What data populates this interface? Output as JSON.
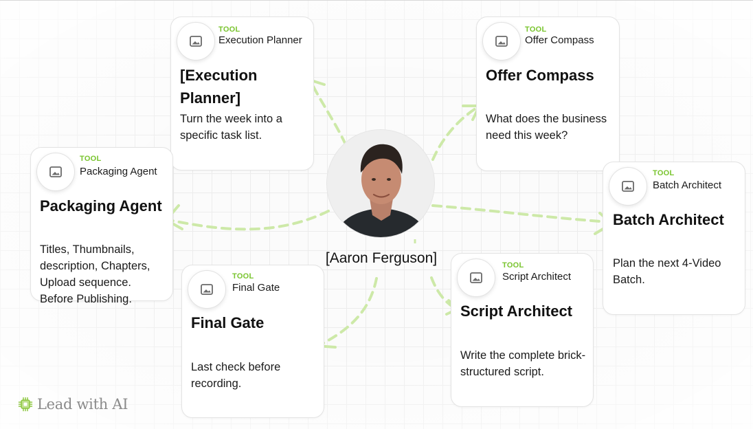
{
  "center": {
    "name": "[Aaron Ferguson]",
    "avatar_icon": "person-portrait"
  },
  "brand": {
    "logo_text": "Lead with AI",
    "logo_icon": "chip-icon"
  },
  "colors": {
    "accent": "#79c42e",
    "arrow": "#cde9a8",
    "grid": "#ececec"
  },
  "cards": [
    {
      "id": "execution-planner",
      "tag": "TOOL",
      "subtitle": "Execution Planner",
      "title": "[Execution Planner]",
      "description": "Turn the week into a specific task list.",
      "icon": "image-icon"
    },
    {
      "id": "offer-compass",
      "tag": "TOOL",
      "subtitle": "Offer Compass",
      "title": "Offer Compass",
      "description": "What does the business need this week?",
      "icon": "image-icon"
    },
    {
      "id": "packaging-agent",
      "tag": "TOOL",
      "subtitle": "Packaging Agent",
      "title": "Packaging Agent",
      "description": "Titles, Thumbnails, description, Chapters, Upload sequence. Before Publishing.",
      "icon": "image-icon"
    },
    {
      "id": "batch-architect",
      "tag": "TOOL",
      "subtitle": "Batch Architect",
      "title": "Batch Architect",
      "description": "Plan the next 4-Video Batch.",
      "icon": "image-icon"
    },
    {
      "id": "final-gate",
      "tag": "TOOL",
      "subtitle": "Final Gate",
      "title": "Final Gate",
      "description": "Last check before recording.",
      "icon": "image-icon"
    },
    {
      "id": "script-architect",
      "tag": "TOOL",
      "subtitle": "Script Architect",
      "title": "Script Architect",
      "description": "Write the complete brick-structured script.",
      "icon": "image-icon"
    }
  ]
}
